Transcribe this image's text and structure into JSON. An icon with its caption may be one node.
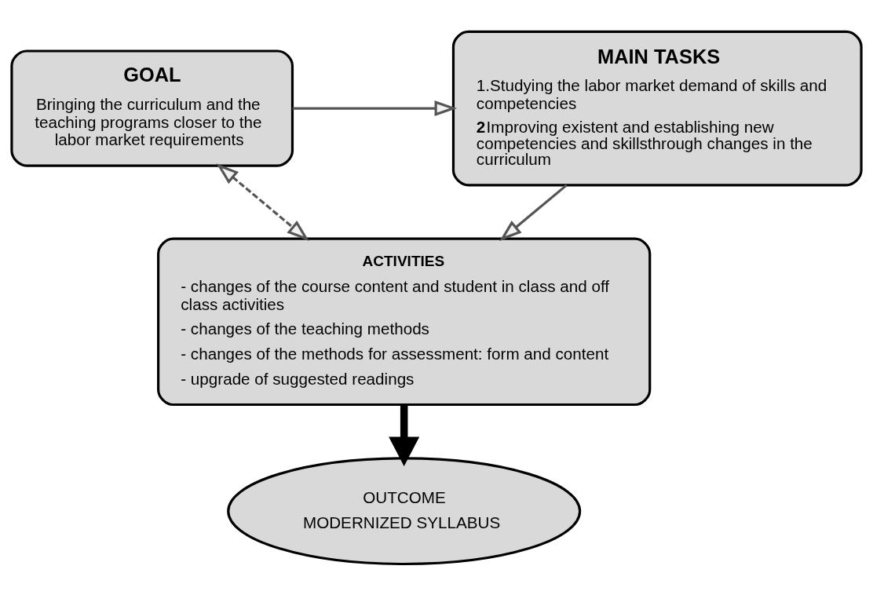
{
  "diagram": {
    "nodes": [
      {
        "text": [
          "GOAL",
          "Bringing the curriculum and the teaching programs closer to the labor market requirements"
        ]
      },
      {
        "text": [
          "MAIN TASKS",
          "1.Studying the labor market demand of skills and competencies",
          "**2**Improving existent and establishing new competencies and skillsthrough changes in the curriculum"
        ]
      },
      {
        "text": [
          "ACTIVITIES",
          "- changes of the course content and student in class and off class activities",
          "- changes of the teaching methods",
          "- changes of the methods for assessment: form and content",
          "- upgrade of suggested readings"
        ]
      },
      {
        "text": [
          "OUTCOME",
          "MODERNIZED SYLLABUS"
        ]
      }
    ],
    "edges": [
      {
        "from": 0,
        "to": 1,
        "arrow": "to"
      },
      {
        "from": 1,
        "to": 2,
        "arrow": "to"
      },
      {
        "from": 0,
        "to": 2,
        "arrow": "both",
        "style": "dashed"
      },
      {
        "from": 2,
        "to": 3,
        "arrow": "to",
        "style": "thick",
        "color": "#000000"
      }
    ]
  }
}
